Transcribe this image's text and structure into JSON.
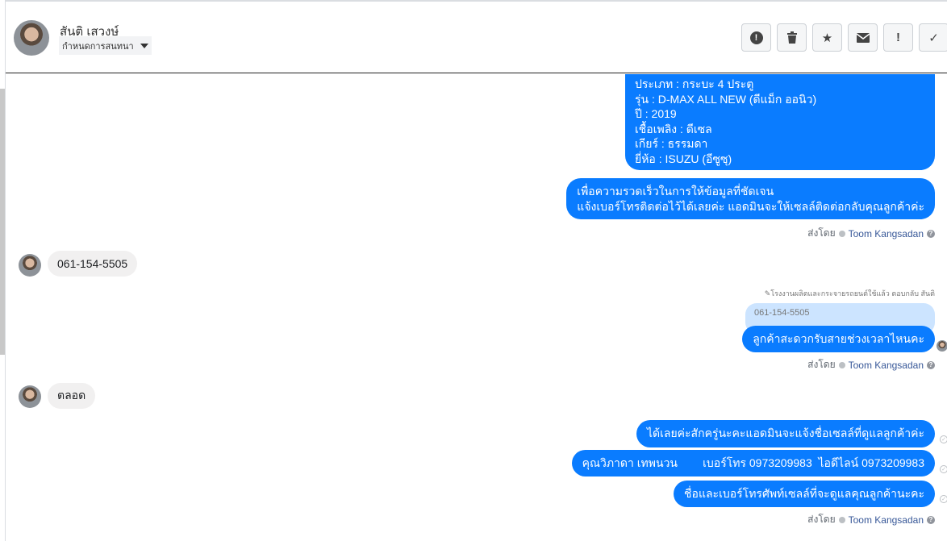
{
  "header": {
    "contact_name": "สันติ เสวงษ์",
    "conversation_setting": "กำหนดการสนทนา",
    "actions": [
      {
        "icon": "alert-circle-icon",
        "glyph": "❗"
      },
      {
        "icon": "trash-icon",
        "glyph": "🗑"
      },
      {
        "icon": "star-icon",
        "glyph": "★"
      },
      {
        "icon": "envelope-icon",
        "glyph": "✉"
      },
      {
        "icon": "exclamation-icon",
        "glyph": "!"
      },
      {
        "icon": "check-icon",
        "glyph": "✓"
      }
    ]
  },
  "messages": {
    "car_info": [
      "ประเภท : กระบะ 4 ประตู",
      "รุ่น : D-MAX ALL NEW (ดีแม็ก ออนิว)",
      "ปี : 2019",
      "เชื้อเพลิง : ดีเซล",
      "เกียร์ : ธรรมดา",
      "ยี่ห้อ : ISUZU (อีซูซุ)"
    ],
    "request_phone": [
      "เพื่อความรวดเร็วในการให้ข้อมูลที่ชัดเจน",
      "แจ้งเบอร์โทรติดต่อไว้ได้เลยค่ะ แอดมินจะให้เซลล์ติดต่อกลับคุณลูกค้าค่ะ"
    ],
    "customer_phone": "061-154-5505",
    "reply_note": "โรงงานผลิตและกระจายรถยนต์ใช้แล้ว ตอบกลับ สันติ",
    "quoted": "061-154-5505",
    "ask_time": "ลูกค้าสะดวกรับสายช่วงเวลาไหนคะ",
    "customer_answer": "ตลอด",
    "ok_msg": "ได้เลยค่ะสักครู่นะคะแอดมินจะแจ้งชื่อเซลล์ที่ดูแลลูกค้าค่ะ",
    "sales_info": "คุณวิภาดา เทพนวน        เบอร์โทร 0973209983  ไอดีไลน์ 0973209983",
    "sales_intro": "ชื่อและเบอร์โทรศัพท์เซลล์ที่จะดูแลคุณลูกค้านะคะ"
  },
  "meta": {
    "sent_by": "ส่งโดย",
    "agent": "Toom Kangsadan",
    "help": "?"
  },
  "colors": {
    "outgoing": "#0a7cff",
    "incoming": "#f1f0f0",
    "quoted": "#cce4ff"
  }
}
